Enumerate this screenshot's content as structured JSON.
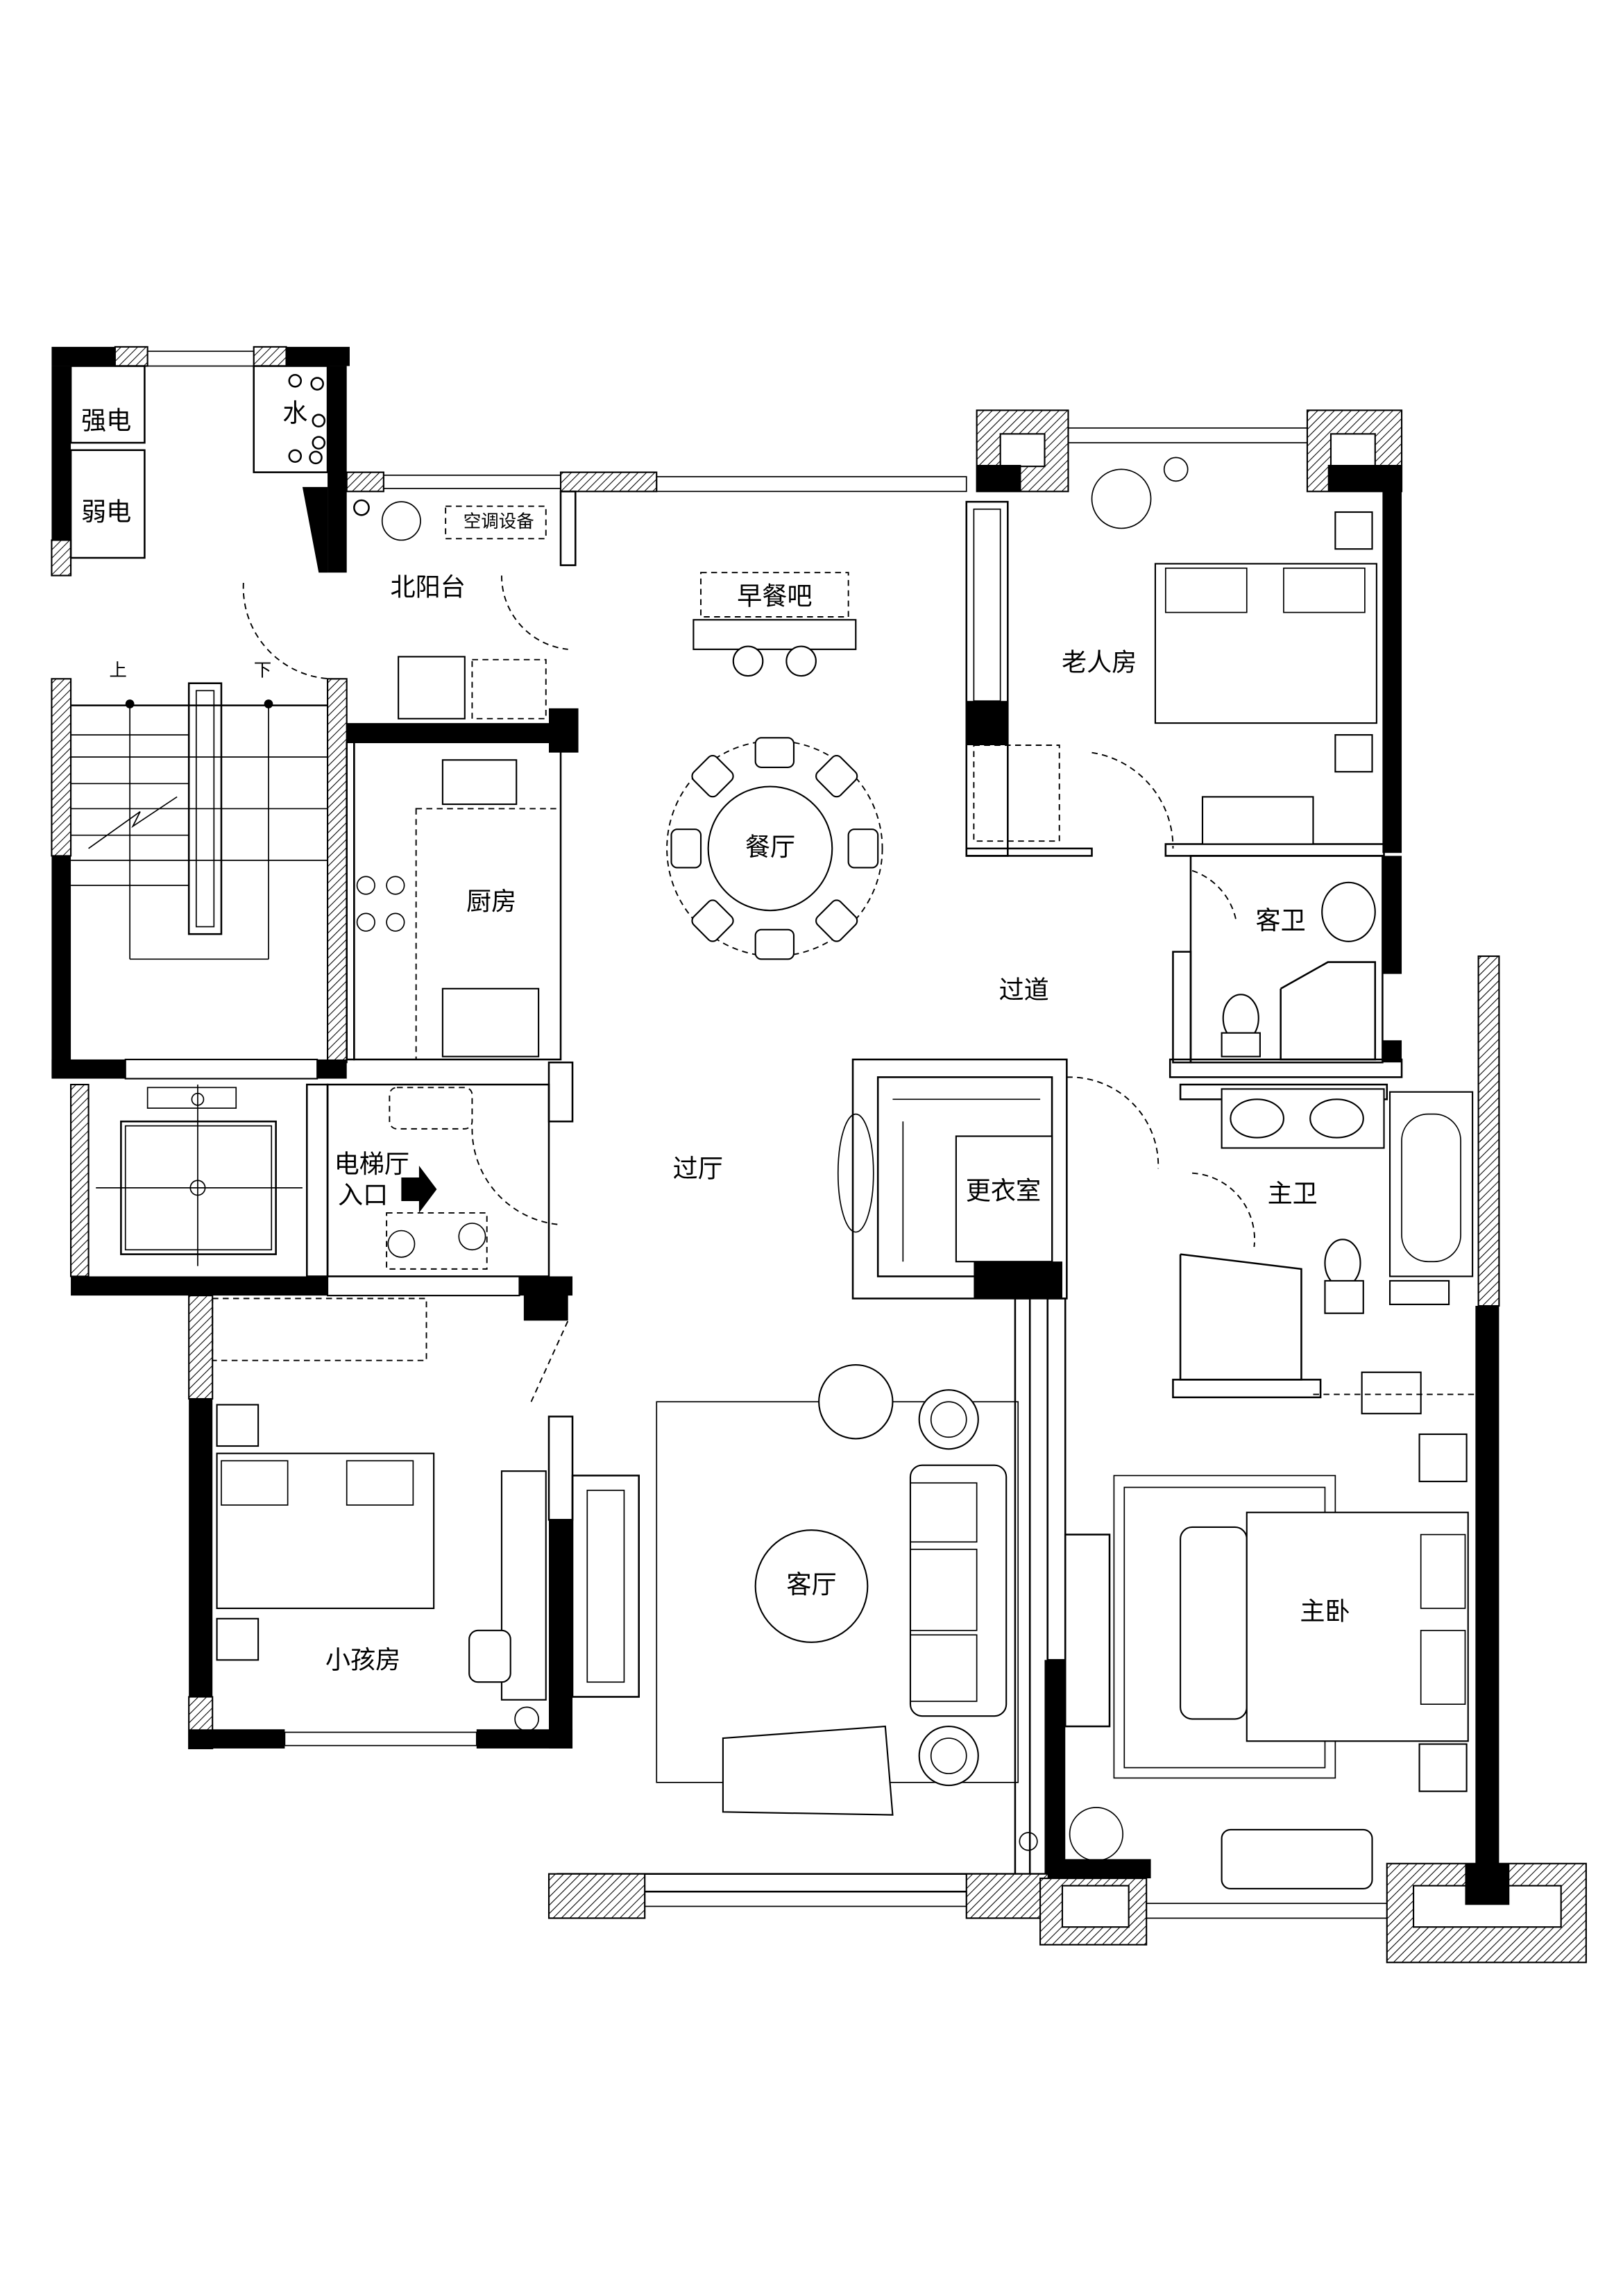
{
  "plan": {
    "rooms": {
      "strong_electric": "强电",
      "weak_electric": "弱电",
      "water": "水",
      "north_balcony": "北阳台",
      "ac_equipment": "空调设备",
      "breakfast_bar": "早餐吧",
      "elderly_room": "老人房",
      "dining_room": "餐厅",
      "kitchen": "厨房",
      "guest_bath": "客卫",
      "corridor": "过道",
      "elevator_hall": "电梯厅",
      "entrance": "入口",
      "foyer": "过厅",
      "dressing_room": "更衣室",
      "master_bath": "主卫",
      "child_room": "小孩房",
      "living_room": "客厅",
      "master_bedroom": "主卧"
    },
    "stairs": {
      "up": "上",
      "down": "下"
    },
    "colors": {
      "wall": "#000000",
      "background": "#ffffff"
    }
  }
}
